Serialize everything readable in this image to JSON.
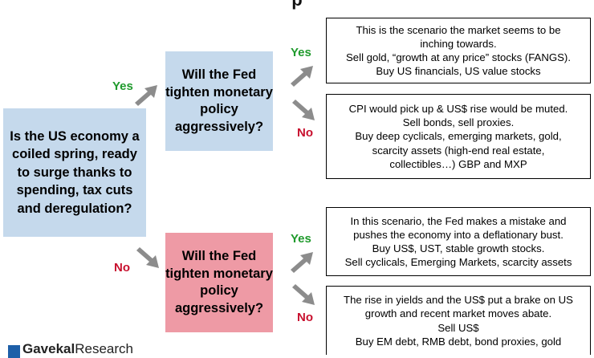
{
  "title_partial": "p",
  "root_question": "Is the US economy a coiled spring, ready to surge thanks to spending, tax cuts and deregulation?",
  "branches": {
    "yes": {
      "label": "Yes",
      "question": "Will the Fed tighten monetary policy aggressively?",
      "outcomes": {
        "yes": {
          "label": "Yes",
          "lines": [
            "This is the scenario the market seems to be",
            "inching towards.",
            "Sell gold, “growth at any price” stocks (FANGS).",
            "Buy US financials, US value stocks"
          ]
        },
        "no": {
          "label": "No",
          "lines": [
            "CPI would pick up & US$ rise would be muted.",
            "Sell bonds, sell proxies.",
            "Buy deep cyclicals, emerging markets, gold,",
            "scarcity assets (high-end real estate,",
            "collectibles…) GBP and MXP"
          ]
        }
      }
    },
    "no": {
      "label": "No",
      "question": "Will the Fed tighten monetary policy aggressively?",
      "outcomes": {
        "yes": {
          "label": "Yes",
          "lines": [
            "In this scenario, the Fed makes a mistake and",
            "pushes the economy into a deflationary bust.",
            "Buy US$, UST, stable growth stocks.",
            "Sell cyclicals, Emerging Markets, scarcity assets"
          ]
        },
        "no": {
          "label": "No",
          "lines": [
            "The rise in yields and the US$ put a brake on US",
            "growth and recent market moves abate.",
            "Sell US$",
            "Buy EM debt, RMB debt, bond proxies, gold"
          ]
        }
      }
    }
  },
  "brand": {
    "name_bold": "Gavekal",
    "name_rest": "Research"
  },
  "colors": {
    "question_blue": "#c5d9ec",
    "question_red": "#ee9aa5",
    "yes_green": "#1f9a2c",
    "no_red": "#c8102e",
    "arrow_gray": "#8c8c8c",
    "brand_blue": "#1d5fa8"
  }
}
